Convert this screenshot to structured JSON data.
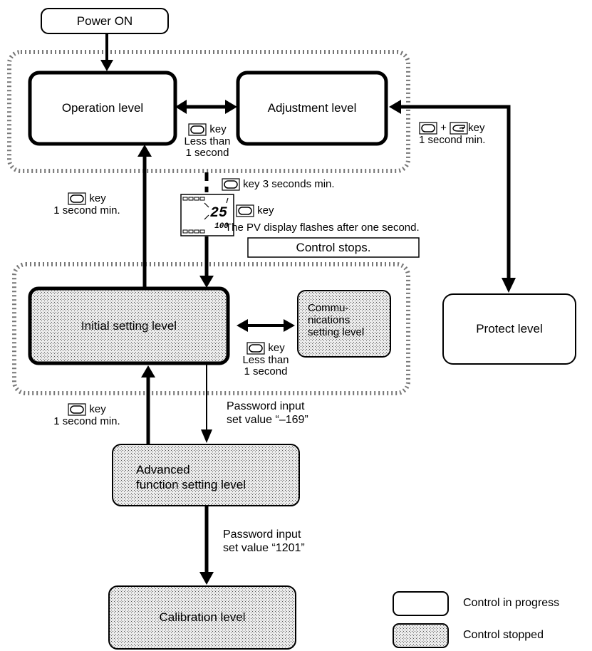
{
  "levels": {
    "power_on": "Power ON",
    "operation": "Operation level",
    "adjustment": "Adjustment level",
    "initial": "Initial setting level",
    "comm_line1": "Commu-",
    "comm_line2": "nications",
    "comm_line3": "setting level",
    "protect": "Protect level",
    "advanced_line1": "Advanced",
    "advanced_line2": "function setting level",
    "calibration": "Calibration level"
  },
  "labels": {
    "key": "key",
    "plus": "+",
    "less_than": "Less than",
    "one_second": "1 second",
    "one_second_min": "1 second min.",
    "three_seconds_min": "3 seconds  min.",
    "pv_flashes": "The PV display flashes after one second.",
    "control_stops": "Control stops.",
    "password_input": "Password input",
    "set_value_169": "set value “–169”",
    "set_value_1201": "set value “1201”"
  },
  "display": {
    "pv": "25",
    "sv": "100"
  },
  "legend": {
    "in_progress": "Control in progress",
    "stopped": "Control stopped"
  },
  "colors": {
    "line": "#000000",
    "stopped_fill": "#d4d4d4",
    "background": "#ffffff"
  }
}
